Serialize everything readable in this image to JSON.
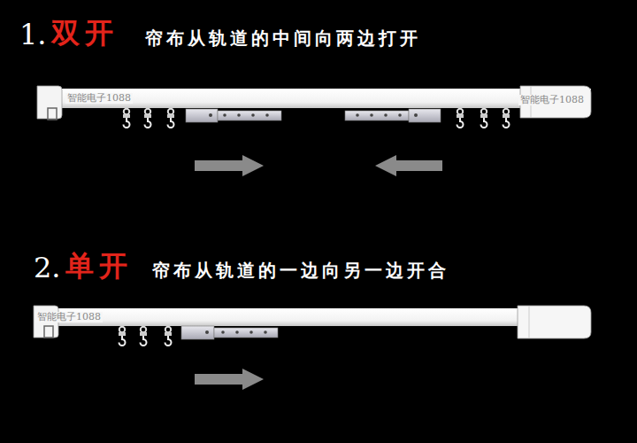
{
  "diagram": {
    "labels": [
      "1.",
      "双开",
      "帘布从轨道的中间向两边打开",
      "智能电子1088",
      "智能电子1088",
      "2.",
      "单开",
      "帘布从轨道的一边向另一边开合",
      "智能电子1088"
    ]
  }
}
